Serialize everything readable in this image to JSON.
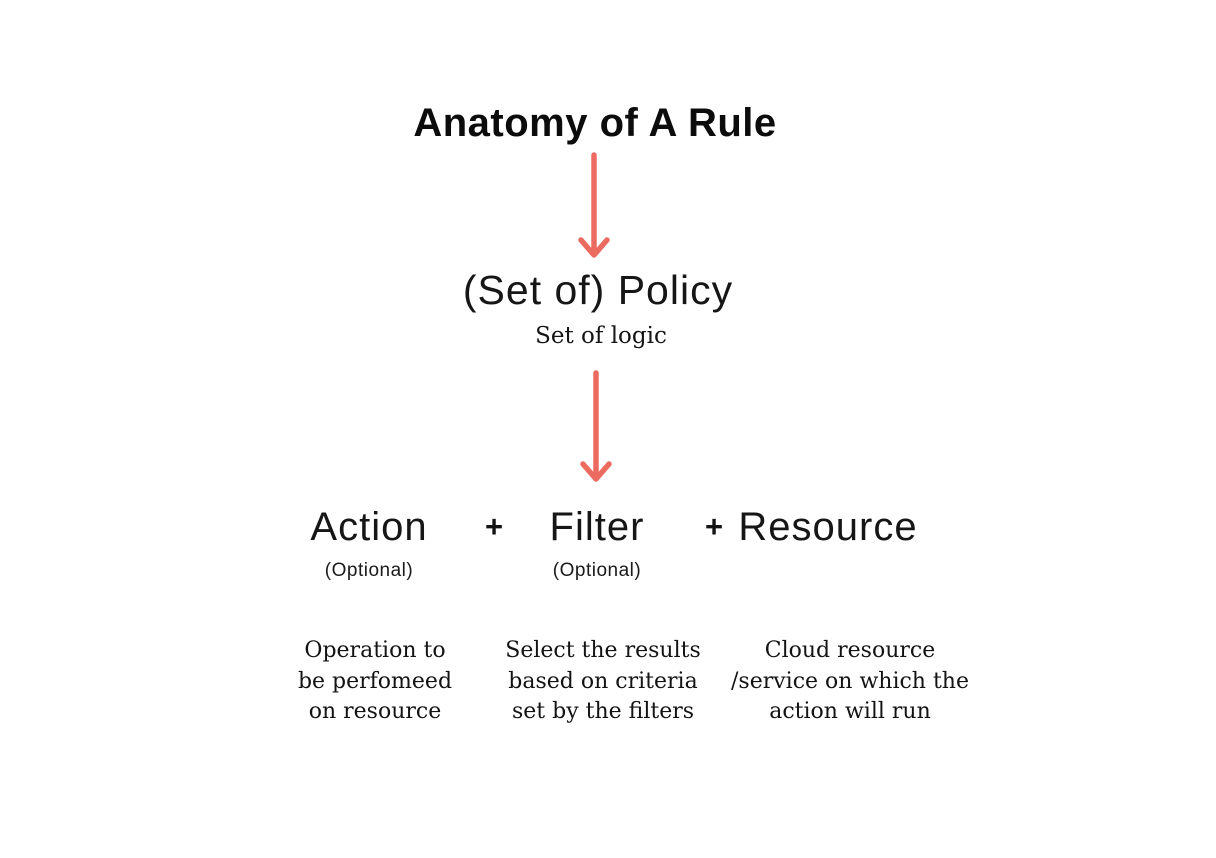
{
  "page": {
    "background": "#FFFFFF"
  },
  "diagram": {
    "title": "Anatomy of A Rule",
    "arrow_color": "#EC6B60",
    "text_color": "#111111",
    "policy": {
      "heading": "(Set of) Policy",
      "subheading": "Set of logic"
    },
    "operators": {
      "plus_1": "+",
      "plus_2": "+"
    },
    "components": {
      "action": {
        "label": "Action",
        "optional": "(Optional)",
        "description": [
          "Operation to",
          "be perfomeed",
          "on resource"
        ]
      },
      "filter": {
        "label": "Filter",
        "optional": "(Optional)",
        "description": [
          "Select the results",
          "based on criteria",
          "set by the filters"
        ]
      },
      "resource": {
        "label": "Resource",
        "description": [
          "Cloud resource",
          "/service on which the",
          "action will run"
        ]
      }
    },
    "icons": {
      "arrow_1": "down-arrow",
      "arrow_2": "down-arrow"
    }
  }
}
